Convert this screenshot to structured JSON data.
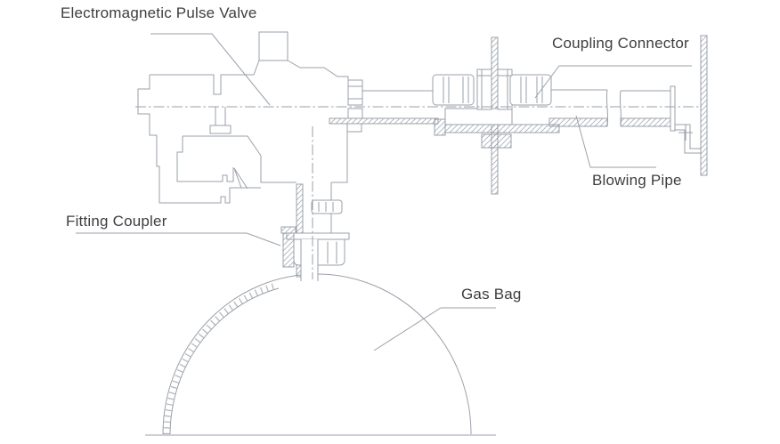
{
  "diagram": {
    "type": "engineering-cross-section",
    "subject": "pulse-jet valve and blowing pipe assembly on a gas bag",
    "labels": {
      "electromagnetic_pulse_valve": "Electromagnetic Pulse Valve",
      "coupling_connector": "Coupling Connector",
      "blowing_pipe": "Blowing Pipe",
      "fitting_coupler": "Fitting Coupler",
      "gas_bag": "Gas Bag"
    }
  },
  "colors": {
    "background": "#ffffff",
    "line": "#9aa1a9",
    "text": "#3e3e3e"
  }
}
